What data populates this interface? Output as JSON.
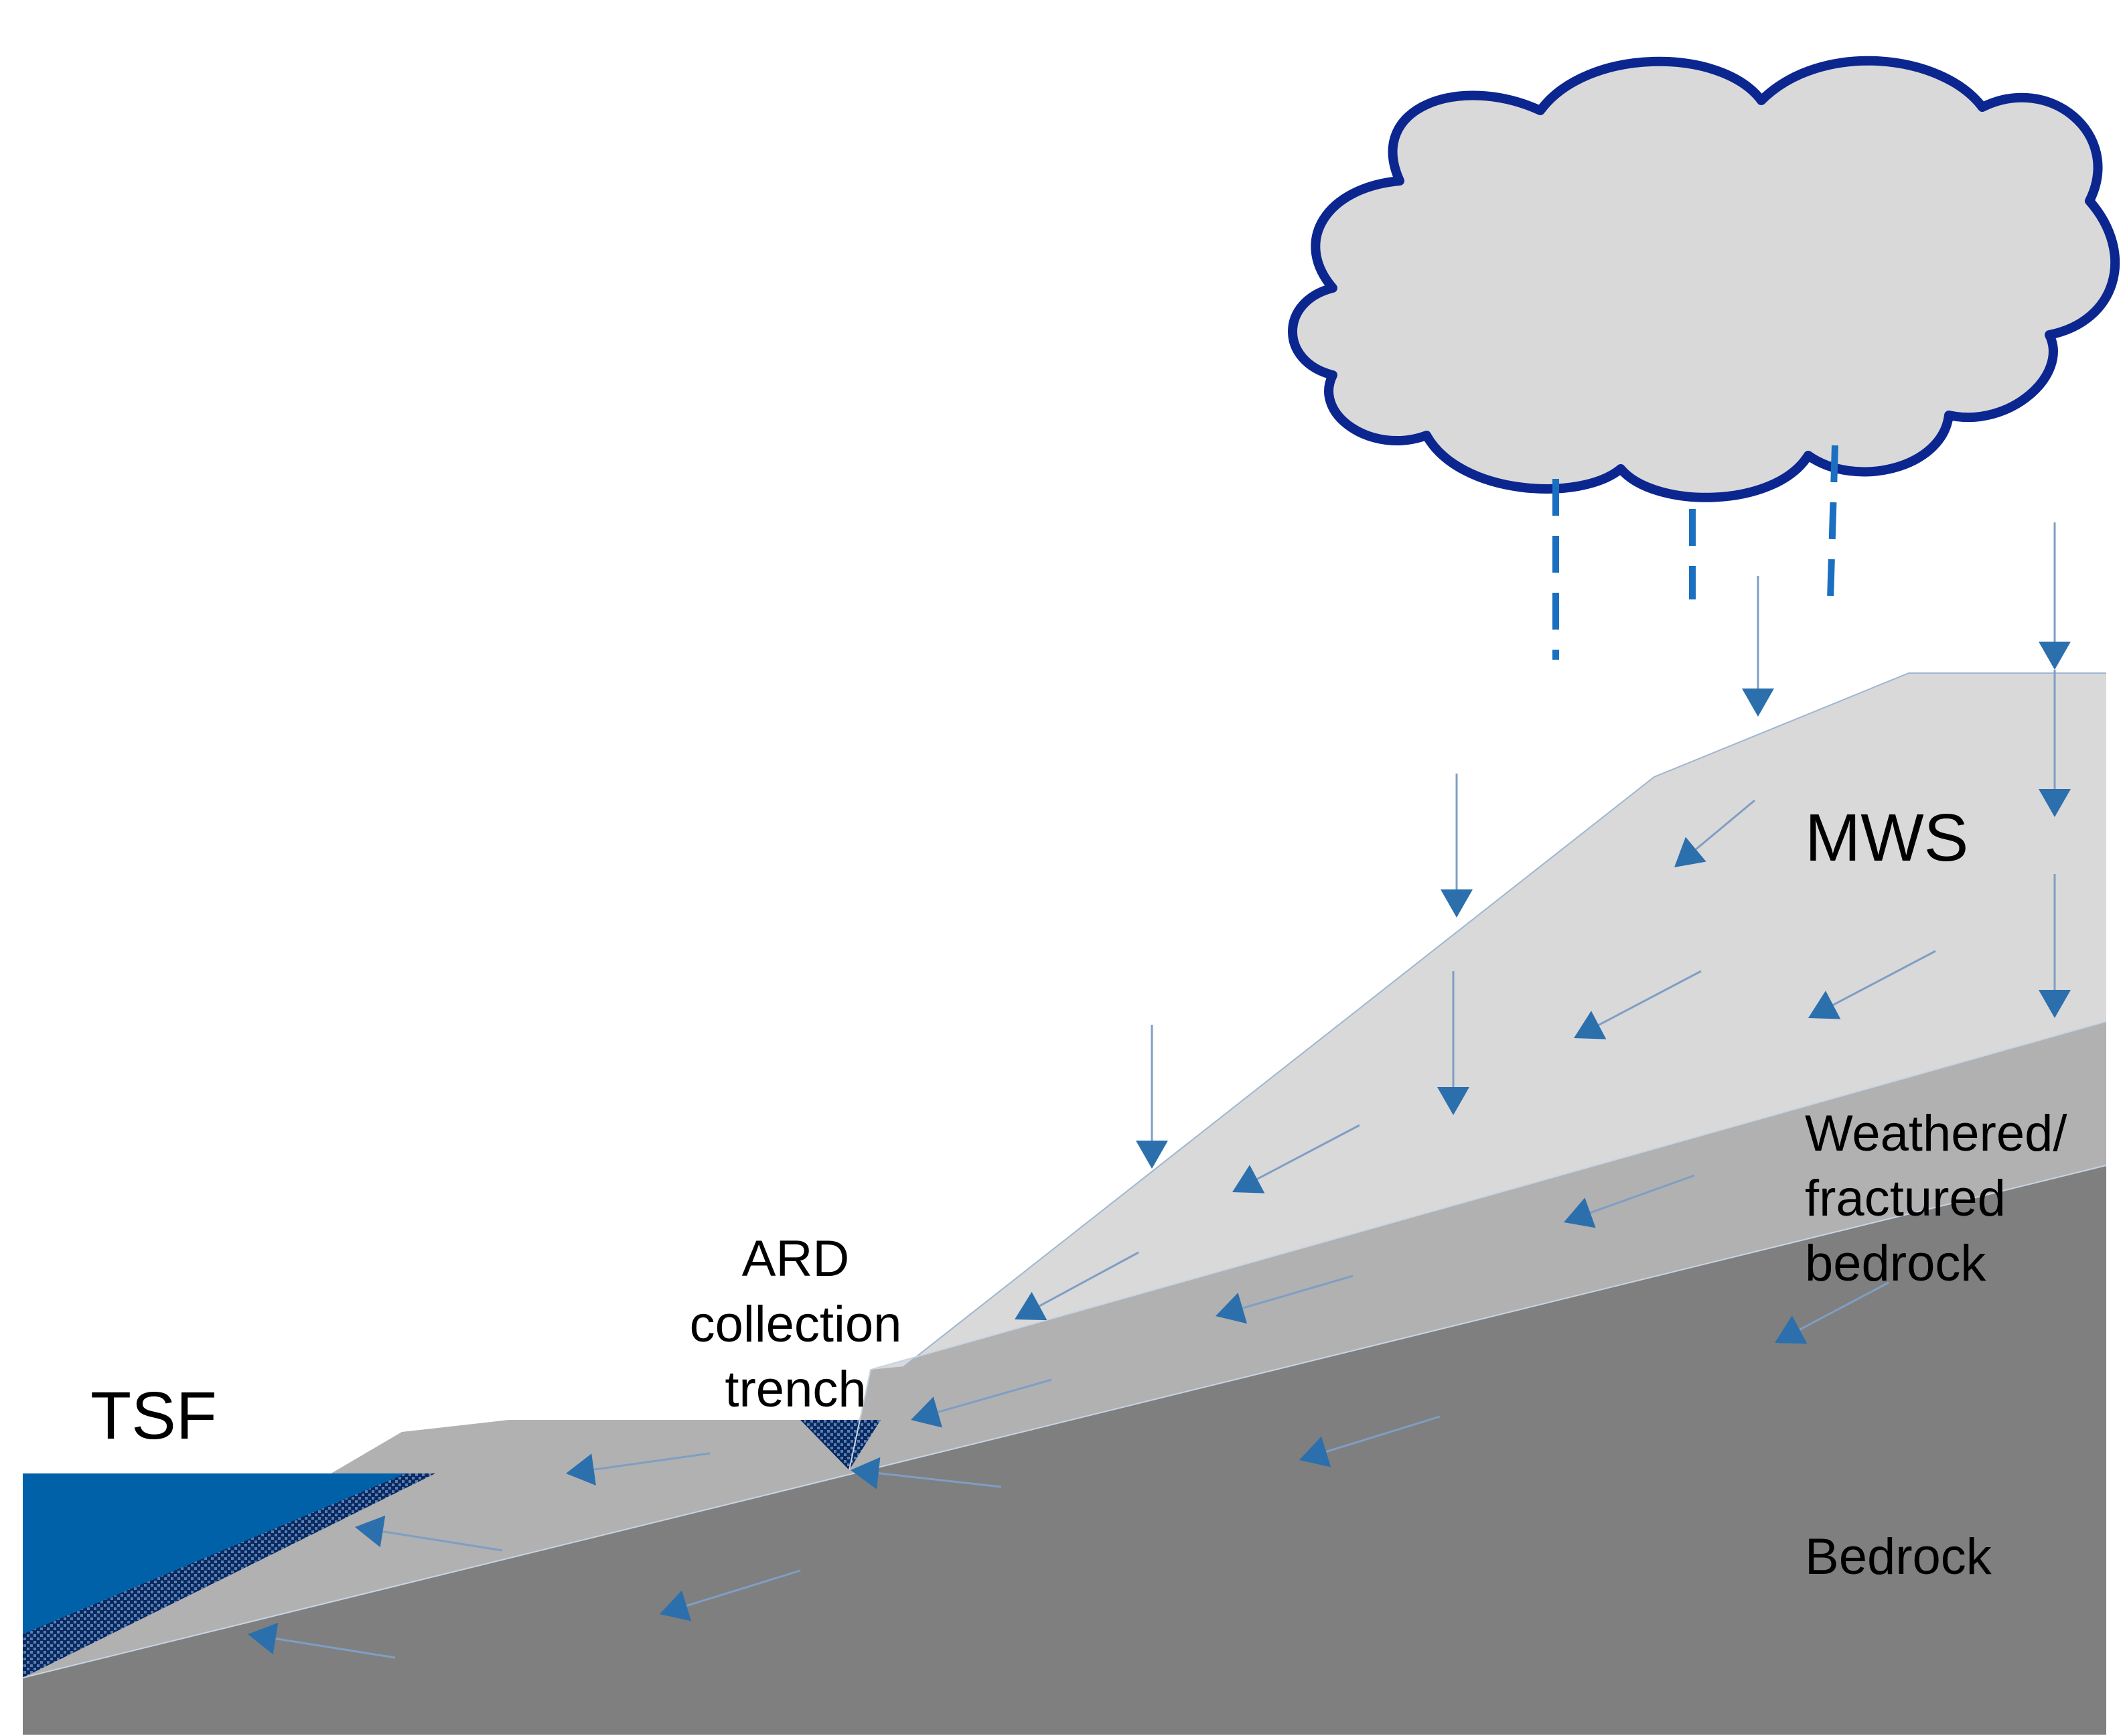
{
  "labels": {
    "tsf": "TSF",
    "trench": [
      "ARD",
      "collection",
      "trench"
    ],
    "mws": "MWS",
    "weathered": [
      "Weathered/",
      "fractured",
      "bedrock"
    ],
    "bedrock": "Bedrock"
  },
  "colors": {
    "water": "#0061a8",
    "arrow": "#2c6fad",
    "arrow_line": "#7f9ec4",
    "cloud_fill": "#d9d9d9",
    "cloud_stroke": "#0c2690",
    "rain": "#1a6fc0",
    "mws_fill": "#d9d9d9",
    "weathered_fill": "#b1b1b1",
    "bedrock_fill": "#7f7f7f",
    "liner": "#0a2a5e"
  },
  "icons": {
    "cloud": "cloud-icon",
    "rain": "rain-drops",
    "flow": "flow-arrow"
  }
}
